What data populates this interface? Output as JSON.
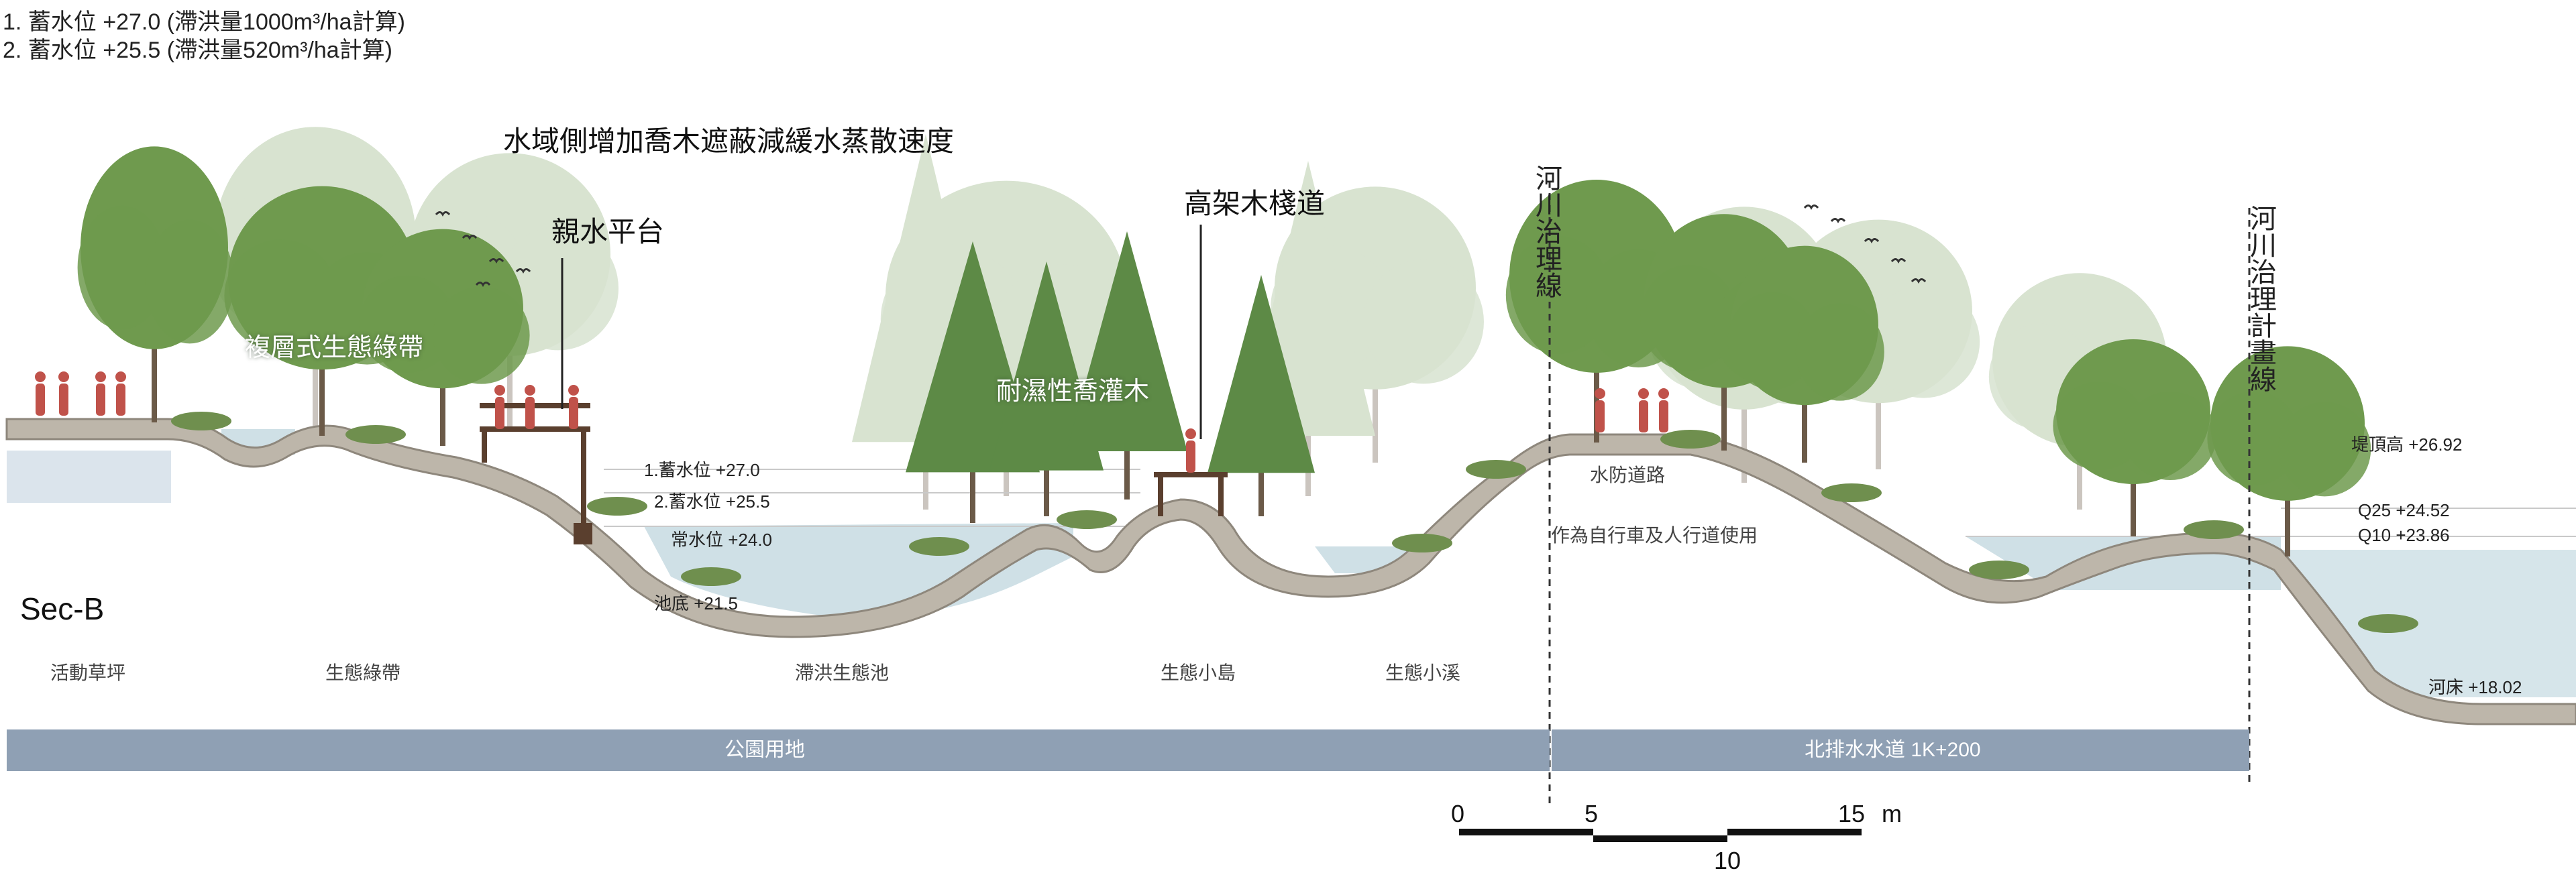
{
  "notes": [
    "1. 蓄水位 +27.0 (滯洪量1000m³/ha計算)",
    "2. 蓄水位 +25.5 (滯洪量520m³/ha計算)"
  ],
  "callouts": {
    "shade_trees": "水域側增加喬木遮蔽減緩水蒸散速度",
    "water_platform": "親水平台",
    "boardwalk": "高架木棧道",
    "riparian_belt": "複層式生態綠帶",
    "wetland_shrubs": "耐濕性喬灌木",
    "flood_levee": "水防道路",
    "path_use": "作為自行車及人行道使用",
    "river_boundary_left": "河川治理線",
    "river_boundary_right": "河川治理計畫線"
  },
  "levels": {
    "storage_1": "1.蓄水位 +27.0",
    "storage_2": "2.蓄水位 +25.5",
    "normal": "常水位 +24.0",
    "bottom": "池底 +21.5",
    "bank_top": "堤頂高 +26.92",
    "q25": "Q25 +24.52",
    "q10": "Q10 +23.86",
    "riverbed": "河床 +18.02"
  },
  "section_label": "Sec-B",
  "zones": [
    "活動草坪",
    "生態綠帶",
    "滯洪生態池",
    "生態小島",
    "生態小溪"
  ],
  "land_bars": {
    "left": "公園用地",
    "right": "北排水水道 1K+200"
  },
  "scale": {
    "ticks_top": [
      "0",
      "5",
      "15"
    ],
    "unit": "m",
    "tick_bottom": "10"
  },
  "colors": {
    "ground": "#bdb6aa",
    "water": "#cfe0e6",
    "bar": "#8fa0b4",
    "tree": "#6f9a4e",
    "people": "#c0524a"
  }
}
